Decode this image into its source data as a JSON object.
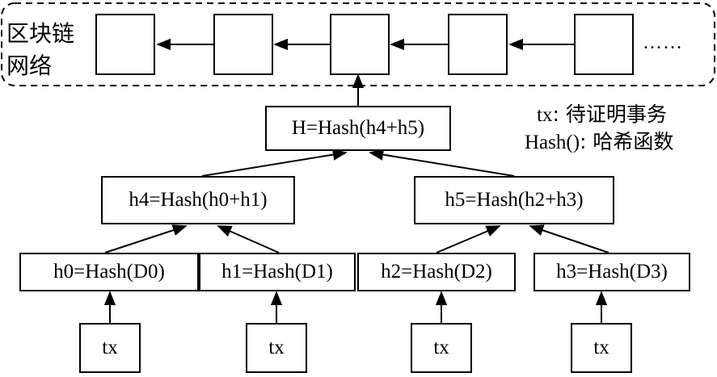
{
  "network": {
    "label_line1": "区块链",
    "label_line2": "网络",
    "ellipsis": "……"
  },
  "legend": {
    "tx_key": "tx",
    "tx_desc": ": 待证明事务",
    "hash_key": "Hash()",
    "hash_desc": ": 哈希函数"
  },
  "tree": {
    "root": "H=Hash(h4+h5)",
    "h4": "h4=Hash(h0+h1)",
    "h5": "h5=Hash(h2+h3)",
    "h0": "h0=Hash(D0)",
    "h1": "h1=Hash(D1)",
    "h2": "h2=Hash(D2)",
    "h3": "h3=Hash(D3)"
  },
  "transactions": [
    "tx",
    "tx",
    "tx",
    "tx"
  ]
}
